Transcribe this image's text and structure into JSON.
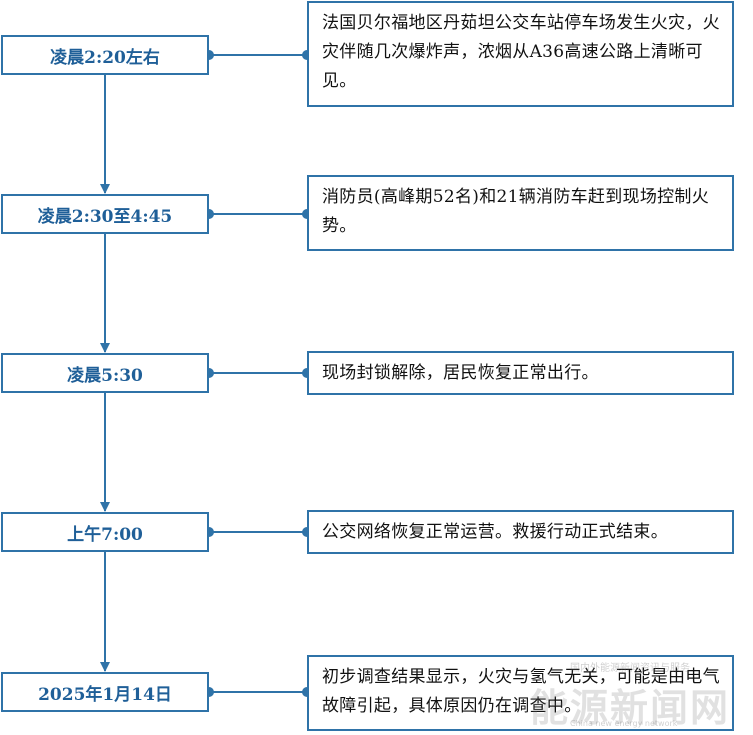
{
  "colors": {
    "accent": "#2f73a8",
    "time_text": "#1f5f98"
  },
  "events": [
    {
      "time": "凌晨2:20左右",
      "description": "法国贝尔福地区丹茹坦公交车站停车场发生火灾，火灾伴随几次爆炸声，浓烟从A36高速公路上清晰可见。"
    },
    {
      "time": "凌晨2:30至4:45",
      "description": "消防员(高峰期52名)和21辆消防车赶到现场控制火势。"
    },
    {
      "time": "凌晨5:30",
      "description": "现场封锁解除，居民恢复正常出行。"
    },
    {
      "time": "上午7:00",
      "description": "公交网络恢复正常运营。救援行动正式结束。"
    },
    {
      "time": "2025年1月14日",
      "description": "初步调查结果显示，火灾与氢气无关，可能是由电气故障引起，具体原因仍在调查中。"
    }
  ],
  "watermark": {
    "main": "能源新闻网",
    "top": "国内外能源新闻资讯与服务",
    "bottom": "China new energy network"
  }
}
